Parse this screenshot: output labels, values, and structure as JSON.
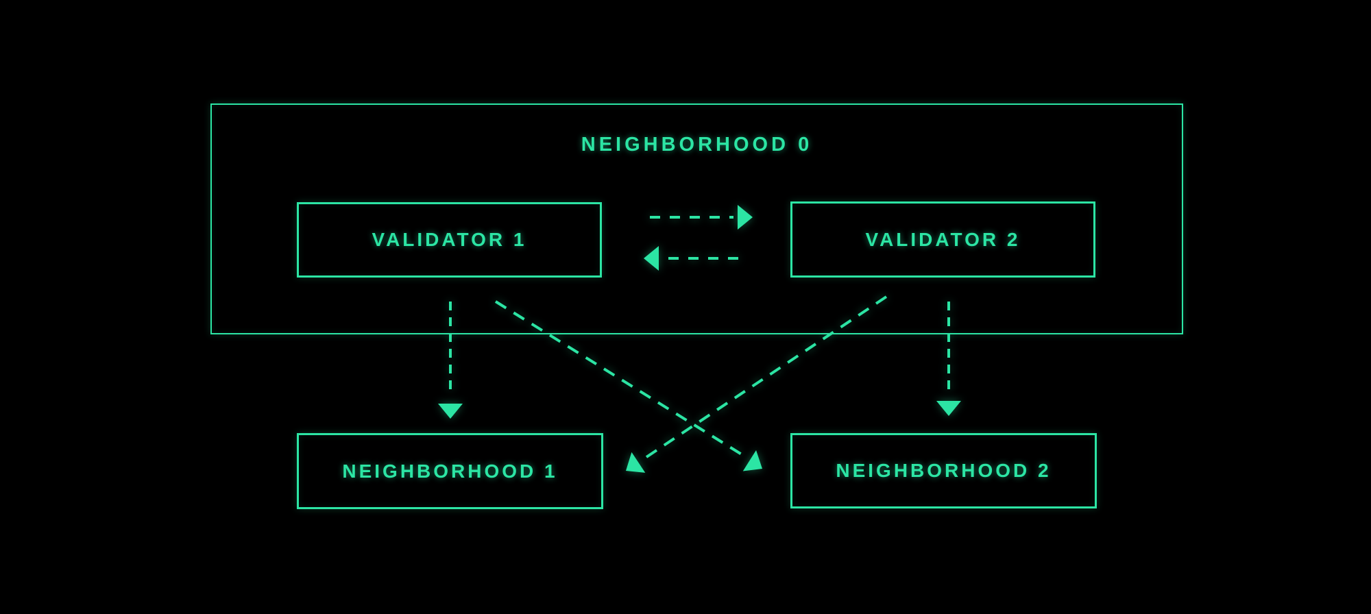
{
  "diagram": {
    "background_color": "#000000",
    "accent_color": "#2ce5a4",
    "outer_box": {
      "id": "neighborhood-0",
      "label": "NEIGHBORHOOD 0"
    },
    "nodes": [
      {
        "id": "validator-1",
        "label": "VALIDATOR 1",
        "parent": "neighborhood-0"
      },
      {
        "id": "validator-2",
        "label": "VALIDATOR 2",
        "parent": "neighborhood-0"
      },
      {
        "id": "neighborhood-1",
        "label": "NEIGHBORHOOD 1",
        "parent": null
      },
      {
        "id": "neighborhood-2",
        "label": "NEIGHBORHOOD 2",
        "parent": null
      }
    ],
    "edges": [
      {
        "from": "validator-1",
        "to": "validator-2",
        "style": "dashed-arrow",
        "direction": "right"
      },
      {
        "from": "validator-2",
        "to": "validator-1",
        "style": "dashed-arrow",
        "direction": "left"
      },
      {
        "from": "validator-1",
        "to": "neighborhood-1",
        "style": "dashed-arrow",
        "direction": "down"
      },
      {
        "from": "validator-2",
        "to": "neighborhood-2",
        "style": "dashed-arrow",
        "direction": "down"
      },
      {
        "from": "validator-1",
        "to": "neighborhood-2",
        "style": "dashed-arrow",
        "direction": "down-right"
      },
      {
        "from": "validator-2",
        "to": "neighborhood-1",
        "style": "dashed-arrow",
        "direction": "down-left"
      }
    ]
  }
}
